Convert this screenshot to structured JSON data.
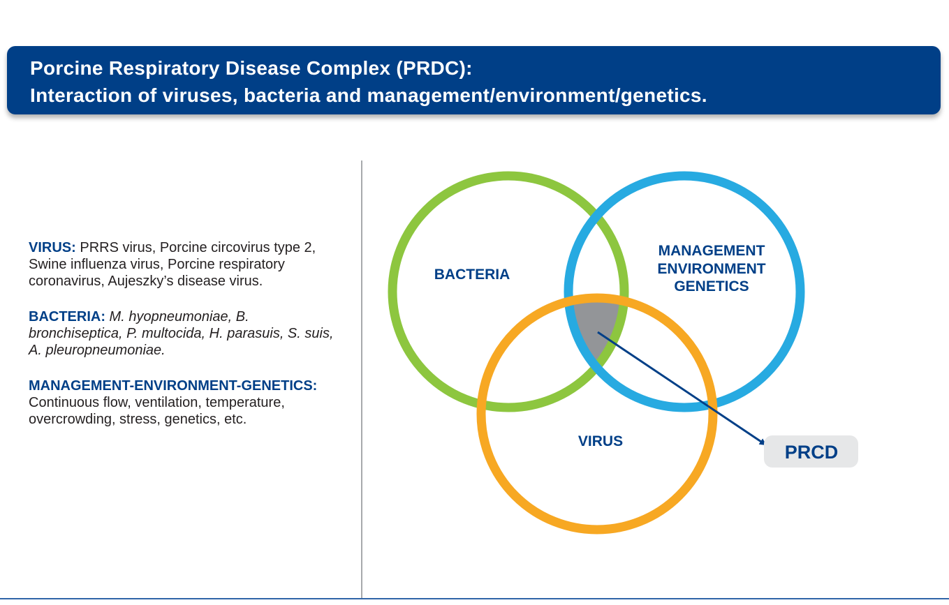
{
  "title": {
    "line1": "Porcine Respiratory Disease Complex (PRDC):",
    "line2": "Interaction of viruses, bacteria and management/environment/genetics."
  },
  "legend": {
    "virus": {
      "term": "VIRUS:",
      "text": " PRRS virus, Porcine circovirus type 2, Swine influenza virus, Porcine respiratory coronavirus, Aujeszky’s disease virus."
    },
    "bacteria": {
      "term": "BACTERIA:",
      "text": " M. hyopneumoniae, B. bronchiseptica, P. multocida, H. parasuis, S. suis, A. pleuropneumoniae."
    },
    "management": {
      "term": "MANAGEMENT-ENVIRONMENT-GENETICS:",
      "text": " Continuous flow, ventilation, temperature, overcrowding, stress, genetics, etc."
    }
  },
  "diagram": {
    "sets": [
      {
        "label": "BACTERIA",
        "color": "#8dc63f"
      },
      {
        "label_lines": [
          "MANAGEMENT",
          "ENVIRONMENT",
          "GENETICS"
        ],
        "color": "#27aae1"
      },
      {
        "label": "VIRUS",
        "color": "#f7a823"
      }
    ],
    "intersection_color": "#939598",
    "arrow_color": "#003f87",
    "result_label": "PRCD",
    "result_box_color": "#e6e7e8"
  }
}
